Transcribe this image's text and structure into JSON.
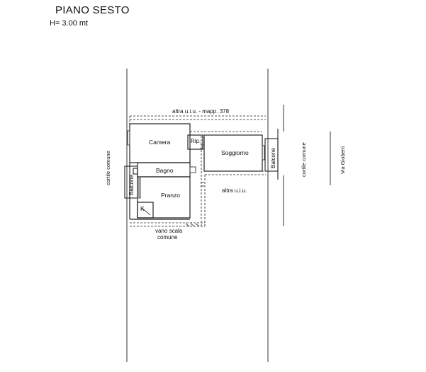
{
  "header": {
    "title": "PIANO SESTO",
    "height_note": "H= 3.00 mt"
  },
  "plan": {
    "rooms": {
      "camera": "Camera",
      "rip": "Rip.",
      "soggiorno": "Soggiorno",
      "bagno": "Bagno",
      "pranzo": "Pranzo",
      "k": "K"
    },
    "labels": {
      "altra_uiu_mapp": "altra u.i.u. - mapp. 378",
      "altra_uiu": "altra u.i.u.",
      "vano_scala_1": "vano scala",
      "vano_scala_2": "comune",
      "balcone_left": "Balcone",
      "balcone_right": "Balcone",
      "cortile_left": "cortile comune",
      "cortile_right": "cortile comune",
      "via": "Via Gioberti"
    }
  }
}
